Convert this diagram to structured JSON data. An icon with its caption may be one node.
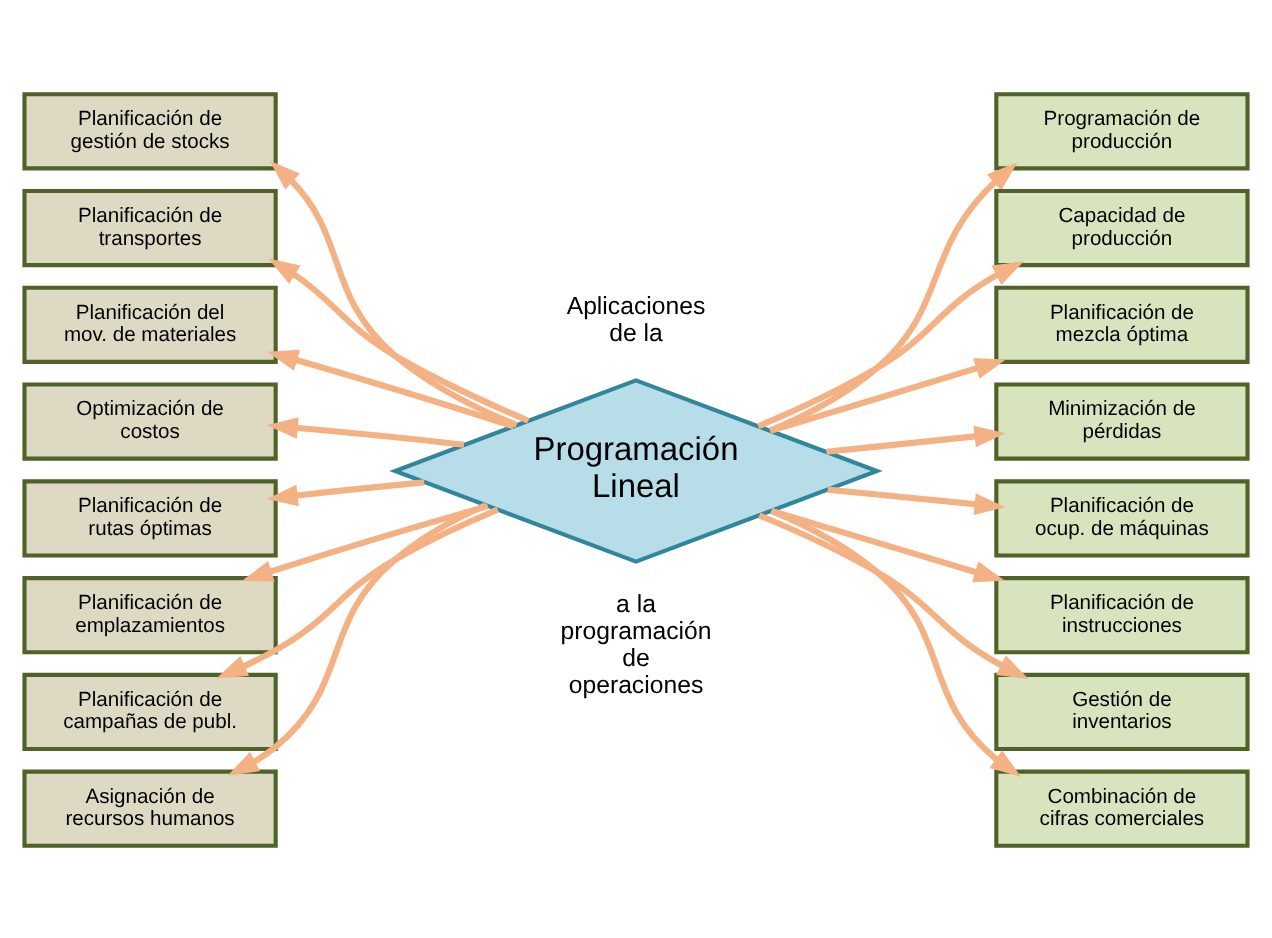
{
  "diagram": {
    "nodes": [
      {
        "text": [
          "Programación Lineal"
        ]
      },
      {
        "text": [
          "Planificación de gestión de stocks"
        ]
      },
      {
        "text": [
          "Planificación de transportes"
        ]
      },
      {
        "text": [
          "Planificación del mov. de materiales"
        ]
      },
      {
        "text": [
          "Optimización de costos"
        ]
      },
      {
        "text": [
          "Planificación de rutas óptimas"
        ]
      },
      {
        "text": [
          "Planificación de emplazamientos"
        ]
      },
      {
        "text": [
          "Planificación de campañas de publ."
        ]
      },
      {
        "text": [
          "Asignación de recursos humanos"
        ]
      },
      {
        "text": [
          "Programación de producción"
        ]
      },
      {
        "text": [
          "Capacidad de producción"
        ]
      },
      {
        "text": [
          "Planificación de mezcla óptima"
        ]
      },
      {
        "text": [
          "Minimización de pérdidas"
        ]
      },
      {
        "text": [
          "Planificación de ocup. de máquinas"
        ]
      },
      {
        "text": [
          "Planificación de instrucciones"
        ]
      },
      {
        "text": [
          "Gestión de inventarios"
        ]
      },
      {
        "text": [
          "Combinación de cifras comerciales"
        ]
      }
    ],
    "edges": [
      {
        "from": 0,
        "to": 1,
        "arrow": "to"
      },
      {
        "from": 0,
        "to": 2,
        "arrow": "to"
      },
      {
        "from": 0,
        "to": 3,
        "arrow": "to"
      },
      {
        "from": 0,
        "to": 4,
        "arrow": "to"
      },
      {
        "from": 0,
        "to": 5,
        "arrow": "to"
      },
      {
        "from": 0,
        "to": 6,
        "arrow": "to"
      },
      {
        "from": 0,
        "to": 7,
        "arrow": "to"
      },
      {
        "from": 0,
        "to": 8,
        "arrow": "to"
      },
      {
        "from": 0,
        "to": 9,
        "arrow": "to"
      },
      {
        "from": 0,
        "to": 10,
        "arrow": "to"
      },
      {
        "from": 0,
        "to": 11,
        "arrow": "to"
      },
      {
        "from": 0,
        "to": 12,
        "arrow": "to"
      },
      {
        "from": 0,
        "to": 13,
        "arrow": "to"
      },
      {
        "from": 0,
        "to": 14,
        "arrow": "to"
      },
      {
        "from": 0,
        "to": 15,
        "arrow": "to"
      },
      {
        "from": 0,
        "to": 16,
        "arrow": "to"
      }
    ],
    "labels": [
      "Aplicaciones de la",
      "a la programación de operaciones"
    ]
  }
}
